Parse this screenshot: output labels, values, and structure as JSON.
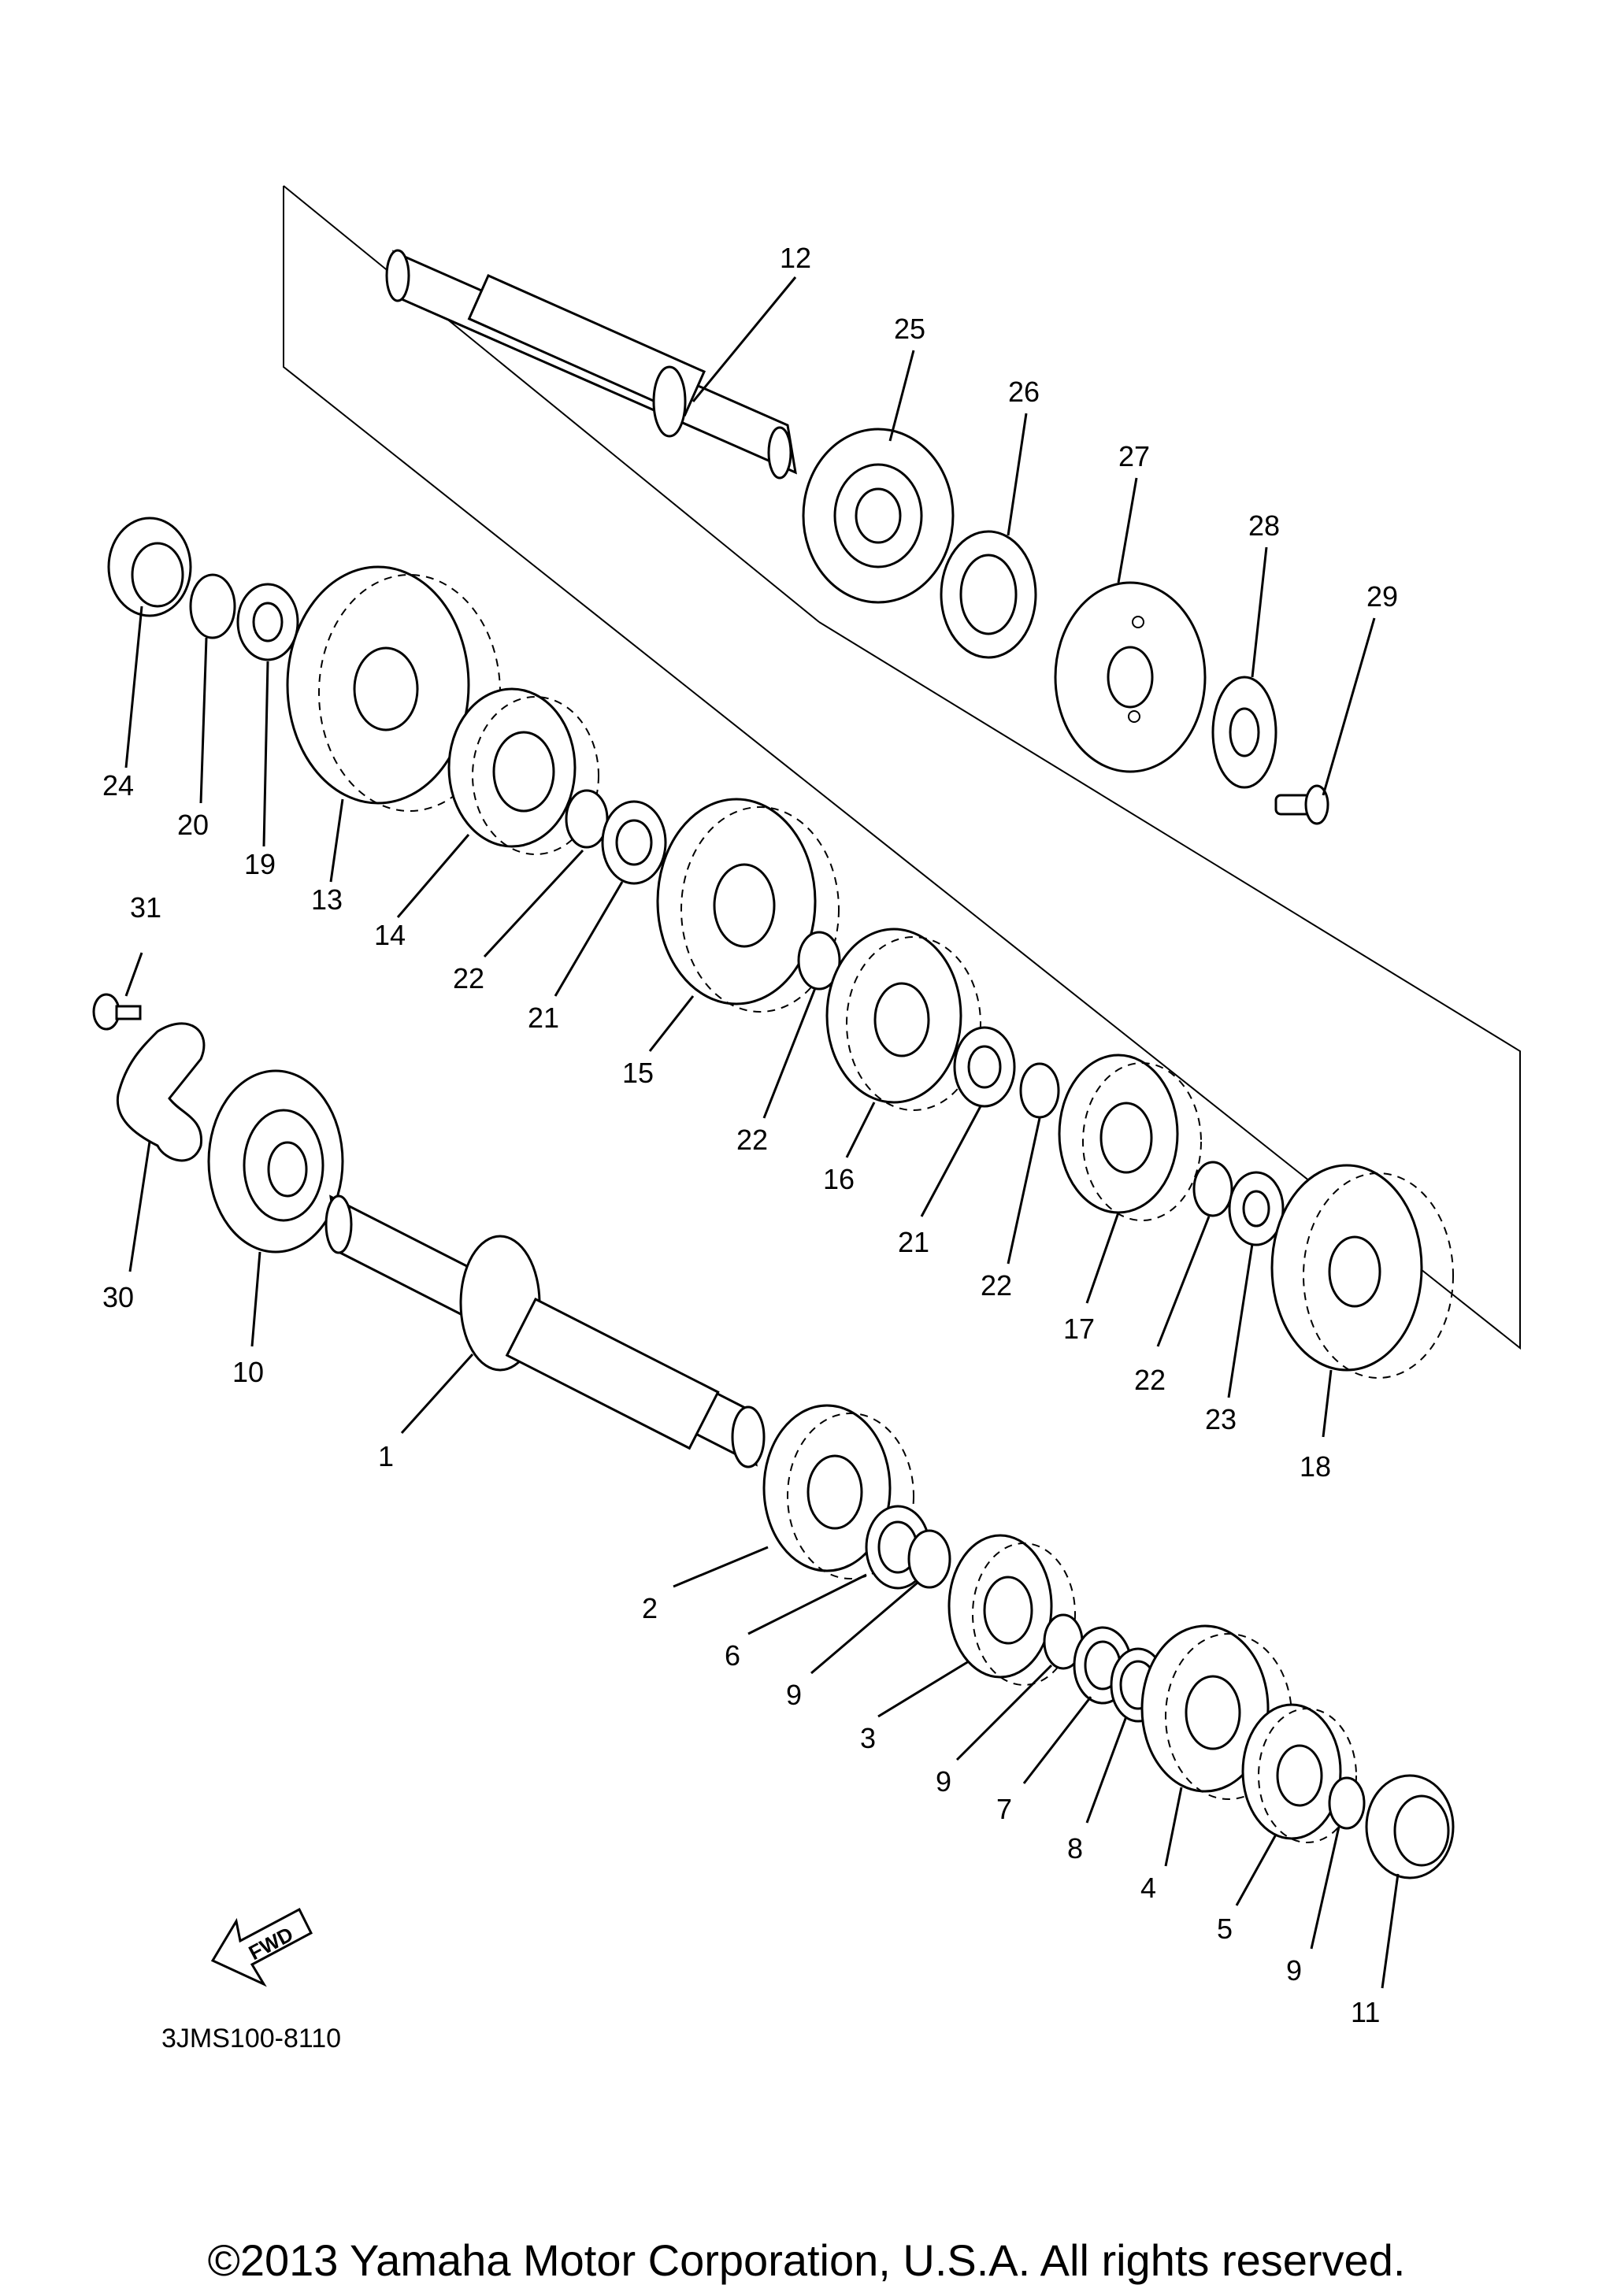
{
  "diagram_code": "3JMS100-8110",
  "copyright": "©2013 Yamaha Motor Corporation, U.S.A. All rights reserved.",
  "fwd_label": "FWD",
  "callouts": [
    {
      "id": "c12",
      "text": "12"
    },
    {
      "id": "c25",
      "text": "25"
    },
    {
      "id": "c26",
      "text": "26"
    },
    {
      "id": "c27",
      "text": "27"
    },
    {
      "id": "c28",
      "text": "28"
    },
    {
      "id": "c29",
      "text": "29"
    },
    {
      "id": "c24",
      "text": "24"
    },
    {
      "id": "c20",
      "text": "20"
    },
    {
      "id": "c19",
      "text": "19"
    },
    {
      "id": "c13",
      "text": "13"
    },
    {
      "id": "c14",
      "text": "14"
    },
    {
      "id": "c22a",
      "text": "22"
    },
    {
      "id": "c21a",
      "text": "21"
    },
    {
      "id": "c15",
      "text": "15"
    },
    {
      "id": "c22b",
      "text": "22"
    },
    {
      "id": "c16",
      "text": "16"
    },
    {
      "id": "c21b",
      "text": "21"
    },
    {
      "id": "c22c",
      "text": "22"
    },
    {
      "id": "c17",
      "text": "17"
    },
    {
      "id": "c22d",
      "text": "22"
    },
    {
      "id": "c23",
      "text": "23"
    },
    {
      "id": "c18",
      "text": "18"
    },
    {
      "id": "c31",
      "text": "31"
    },
    {
      "id": "c30",
      "text": "30"
    },
    {
      "id": "c10",
      "text": "10"
    },
    {
      "id": "c1",
      "text": "1"
    },
    {
      "id": "c2",
      "text": "2"
    },
    {
      "id": "c6",
      "text": "6"
    },
    {
      "id": "c9a",
      "text": "9"
    },
    {
      "id": "c3",
      "text": "3"
    },
    {
      "id": "c9b",
      "text": "9"
    },
    {
      "id": "c7",
      "text": "7"
    },
    {
      "id": "c8",
      "text": "8"
    },
    {
      "id": "c4",
      "text": "4"
    },
    {
      "id": "c5",
      "text": "5"
    },
    {
      "id": "c9c",
      "text": "9"
    },
    {
      "id": "c11",
      "text": "11"
    }
  ]
}
